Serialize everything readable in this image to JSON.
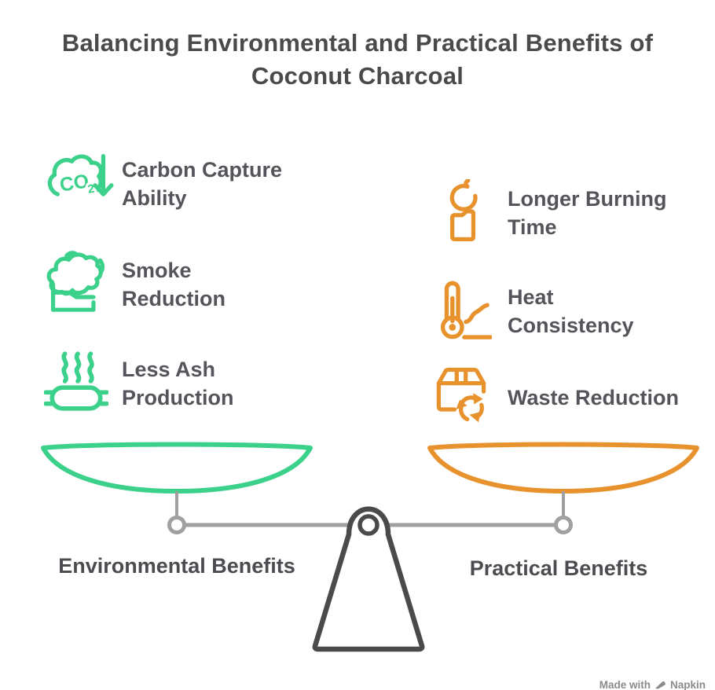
{
  "title": "Balancing Environmental and Practical Benefits of\nCoconut Charcoal",
  "colors": {
    "green": "#3bd18b",
    "orange": "#e8922e",
    "title_text": "#4a4a4c",
    "item_text": "#54555a",
    "side_label_text": "#4b4c50",
    "beam_gray": "#a0a0a0",
    "fulcrum_gray": "#4a4a4a",
    "watermark_gray": "#8b8b8b",
    "background": "#ffffff"
  },
  "left_column": {
    "side_label": "Environmental Benefits",
    "items": [
      {
        "icon": "co2-capture-icon",
        "label": "Carbon Capture\nAbility",
        "co2_text": "CO",
        "co2_subscript": "2"
      },
      {
        "icon": "smoke-reduction-icon",
        "label": "Smoke\nReduction"
      },
      {
        "icon": "less-ash-icon",
        "label": "Less Ash\nProduction"
      }
    ]
  },
  "right_column": {
    "side_label": "Practical Benefits",
    "items": [
      {
        "icon": "candle-flame-icon",
        "label": "Longer Burning\nTime"
      },
      {
        "icon": "thermometer-icon",
        "label": "Heat\nConsistency"
      },
      {
        "icon": "waste-recycle-icon",
        "label": "Waste Reduction"
      }
    ]
  },
  "watermark": {
    "prefix": "Made with",
    "brand": "Napkin"
  }
}
